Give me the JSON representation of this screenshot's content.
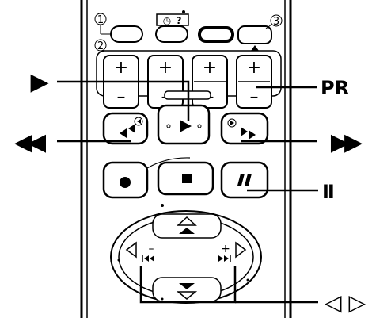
{
  "diagram": {
    "annotations": {
      "play": "▶",
      "rewind": "◀◀",
      "fast_forward": "▶▶",
      "pr": "PR",
      "pause": "II",
      "nav_left_right": "◁ ▷"
    },
    "callouts": {
      "one": "1",
      "two": "2",
      "three": "3"
    },
    "pr_buttons": {
      "plus": "+",
      "minus": "–"
    },
    "top_buttons": {
      "timer_icon": "◷",
      "question": "?"
    },
    "nav_pad": {
      "minus": "–",
      "plus": "+"
    }
  }
}
